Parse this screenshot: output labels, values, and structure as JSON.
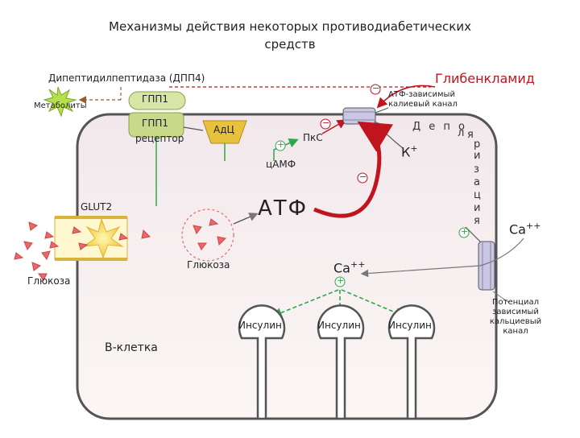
{
  "title": {
    "line1": "Механизмы действия некоторых противодиабетических",
    "line2": "средств"
  },
  "labels": {
    "dpp4": "Дипептидилпептидаза (ДПП4)",
    "glibenclamide": "Глибенкламид",
    "metabolites": "Метаболиты",
    "glp1": "ГПП1",
    "glp1_receptor_top": "ГПП1",
    "glp1_receptor_bottom": "рецептор",
    "adc": "АдЦ",
    "pkc": "ПкС",
    "camp": "цАМФ",
    "atp_channel_line1": "АТФ-зависимый",
    "atp_channel_line2": "калиевый канал",
    "k_ion": "К",
    "k_charge": "+",
    "depol_h": "Д е п о",
    "depol_v": [
      "л",
      "я",
      "р",
      "и",
      "з",
      "а",
      "ц",
      "и",
      "я"
    ],
    "glut2": "GLUT2",
    "atp": "АТФ",
    "glucose_inside": "Глюкоза",
    "glucose_outside": "Глюкоза",
    "ca_inside": "Ca",
    "ca_inside_charge": "++",
    "ca_outside": "Ca",
    "ca_outside_charge": "++",
    "insulin_1": "Инсулин",
    "insulin_2": "Инсулин",
    "insulin_3": "Инсулин",
    "beta_cell": "В-клетка",
    "vdcc_line1": "Потенциал",
    "vdcc_line2": "зависимый",
    "vdcc_line3": "кальциевый",
    "vdcc_line4": "канал"
  },
  "signs": {
    "minus_glib": "−",
    "minus_pkc": "−",
    "plus_camp": "+",
    "minus_atp": "−",
    "plus_depol": "+",
    "plus_ca": "+"
  },
  "colors": {
    "cell_fill": "#f7eeee",
    "red_accent": "#c0141e",
    "green_accent": "#2ea84a",
    "receptor_fill": "#c9d98a",
    "adc_fill": "#e8c23c",
    "channel_fill": "#c9c6e8",
    "metabolite_fill": "#b6e04a",
    "glut_fill": "#f3d24a",
    "glucose_fill": "#e8696c"
  }
}
